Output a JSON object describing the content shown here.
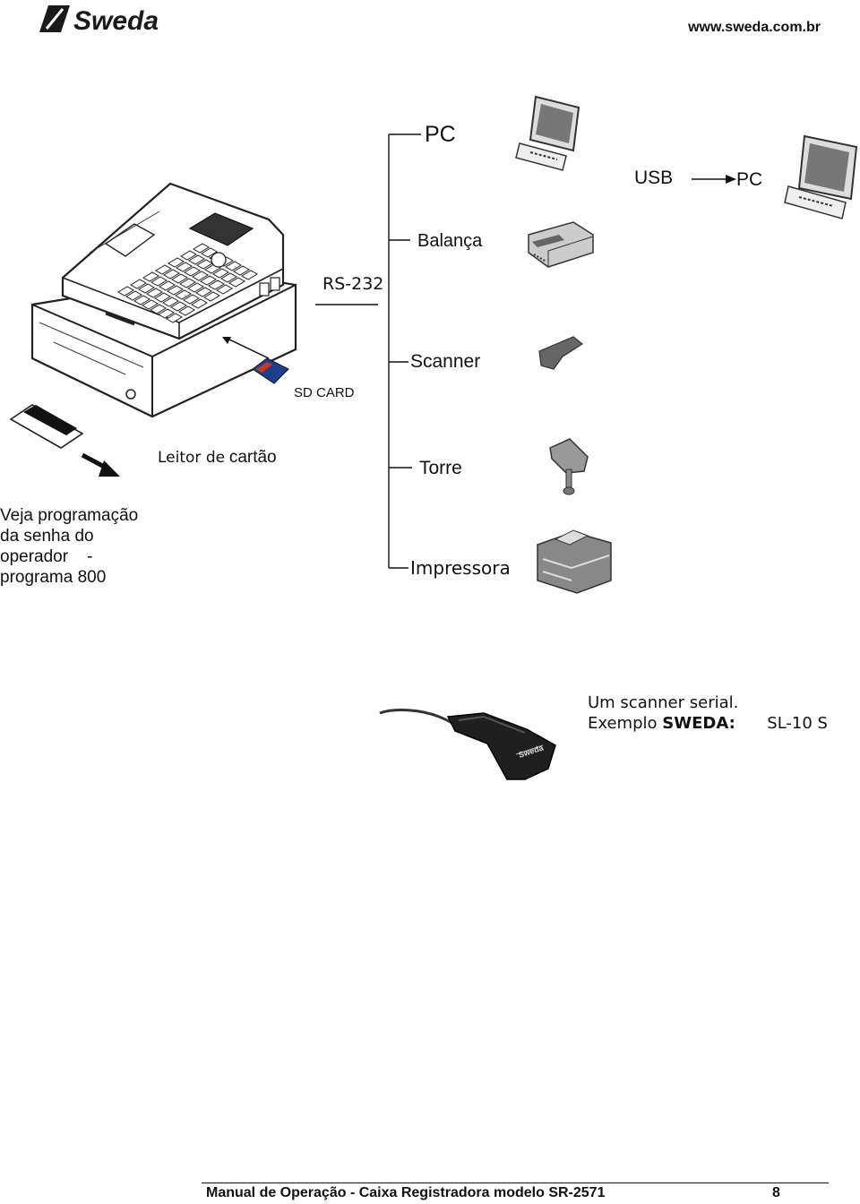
{
  "header": {
    "logo_text": "Sweda",
    "url": "www.sweda.com.br"
  },
  "diagram": {
    "pc_top": "PC",
    "usb": "USB",
    "pc_usb": "PC",
    "rs232": "RS-232",
    "balanca": "Balança",
    "scanner": "Scanner",
    "sd_card": "SD CARD",
    "card_reader_prefix": "Leitor de",
    "card_reader_suffix": "cartão",
    "torre": "Torre",
    "impressora": "Impressora"
  },
  "note": {
    "line1": "Veja programação",
    "line2": "da senha do",
    "line3": "operador    -",
    "line4": "programa 800"
  },
  "scanner_example": {
    "line1": "Um scanner serial.",
    "line2_prefix": "Exemplo",
    "line2_brand": "SWEDA:",
    "model": "SL-10 S"
  },
  "footer": {
    "title": "Manual de Operação - Caixa Registradora modelo SR-2571",
    "page": "8"
  }
}
